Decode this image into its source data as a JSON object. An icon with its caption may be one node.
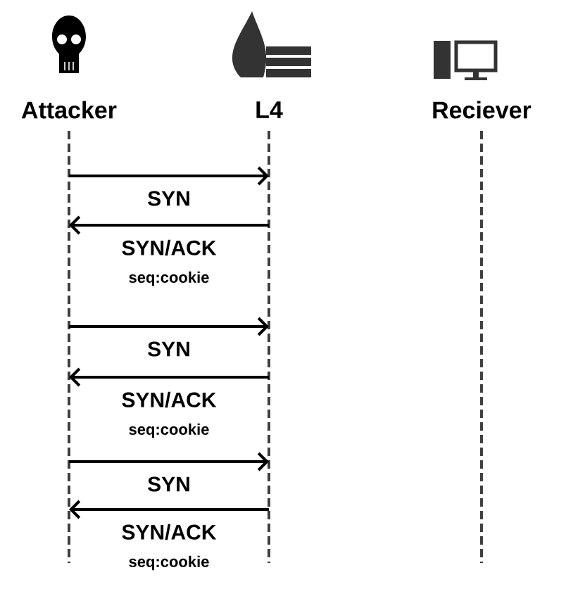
{
  "diagram": {
    "nodes": [
      {
        "text": [
          "Attacker"
        ]
      },
      {
        "text": [
          "L4"
        ]
      },
      {
        "text": [
          "Reciever"
        ]
      }
    ],
    "edges": [
      {
        "from": 0,
        "to": 1,
        "arrow": "to",
        "label": "SYN"
      },
      {
        "from": 1,
        "to": 0,
        "arrow": "to",
        "label": "SYN/ACK"
      },
      {
        "from": 0,
        "to": 1,
        "arrow": "to",
        "label": "SYN"
      },
      {
        "from": 1,
        "to": 0,
        "arrow": "to",
        "label": "SYN/ACK"
      },
      {
        "from": 0,
        "to": 1,
        "arrow": "to",
        "label": "SYN"
      },
      {
        "from": 1,
        "to": 0,
        "arrow": "to",
        "label": "SYN/ACK"
      }
    ],
    "labels": [
      "seq:cookie",
      "seq:cookie",
      "seq:cookie"
    ]
  }
}
